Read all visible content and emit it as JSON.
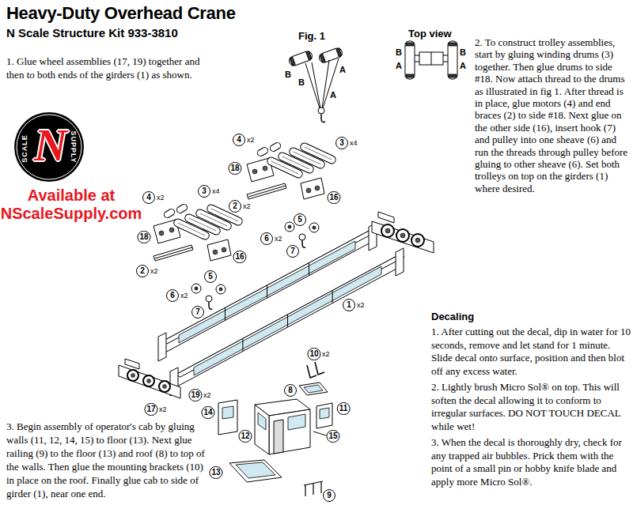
{
  "diagram": {
    "title": "Heavy-Duty Overhead Crane",
    "labels": [
      "N Scale Structure Kit 933-3810",
      "Fig. 1",
      "Top view",
      "1. Glue wheel assemblies (17, 19) together and then to both ends of the girders (1) as shown.",
      "2. To construct trolley assemblies, start by gluing winding drums (3) together. Then glue drums to side #18. Now attach thread to the drums as illustrated in fig 1. After thread is in place, glue motors (4) and end braces (2) to side #18. Next glue on the other side (16), insert hook (7) and pulley into one sheave (6) and run the threads through pulley before gluing to other sheave (6). Set both trolleys on top on the girders (1) where desired.",
      "N",
      "SCALE",
      "SUPPLY",
      "Available at NScaleSupply.com",
      "B",
      "B",
      "A",
      "A",
      "B",
      "A",
      "B",
      "A",
      "4",
      "x2",
      "3",
      "x4",
      "18",
      "16",
      "2",
      "x2",
      "5",
      "6",
      "x2",
      "7",
      "4",
      "x2",
      "3",
      "x4",
      "18",
      "16",
      "2",
      "x2",
      "5",
      "6",
      "x2",
      "7",
      "1",
      "x2",
      "10",
      "x2",
      "8",
      "11",
      "14",
      "12",
      "15",
      "13",
      "9",
      "17",
      "x2",
      "19",
      "x2",
      "3. Begin assembly of operator's cab by gluing walls (11, 12, 14, 15) to floor (13). Next glue railing (9) to the floor (13) and roof (8) to top of the walls. Then glue the mounting brackets (10) in place on the roof. Finally glue cab to side of girder (1), near one end.",
      "Decaling",
      "1. After cutting out the decal, dip in water for 10 seconds, remove and let stand for 1 minute. Slide decal onto surface, position and then blot off any excess water.",
      "2. Lightly brush Micro Sol® on top. This will soften the decal allowing it to conform to irregular surfaces. DO NOT TOUCH DECAL while wet!",
      "3. When the decal is thoroughly dry, check for any trapped air bubbles. Prick them with the point of a small pin or hobby knife blade and apply more Micro Sol®."
    ]
  }
}
